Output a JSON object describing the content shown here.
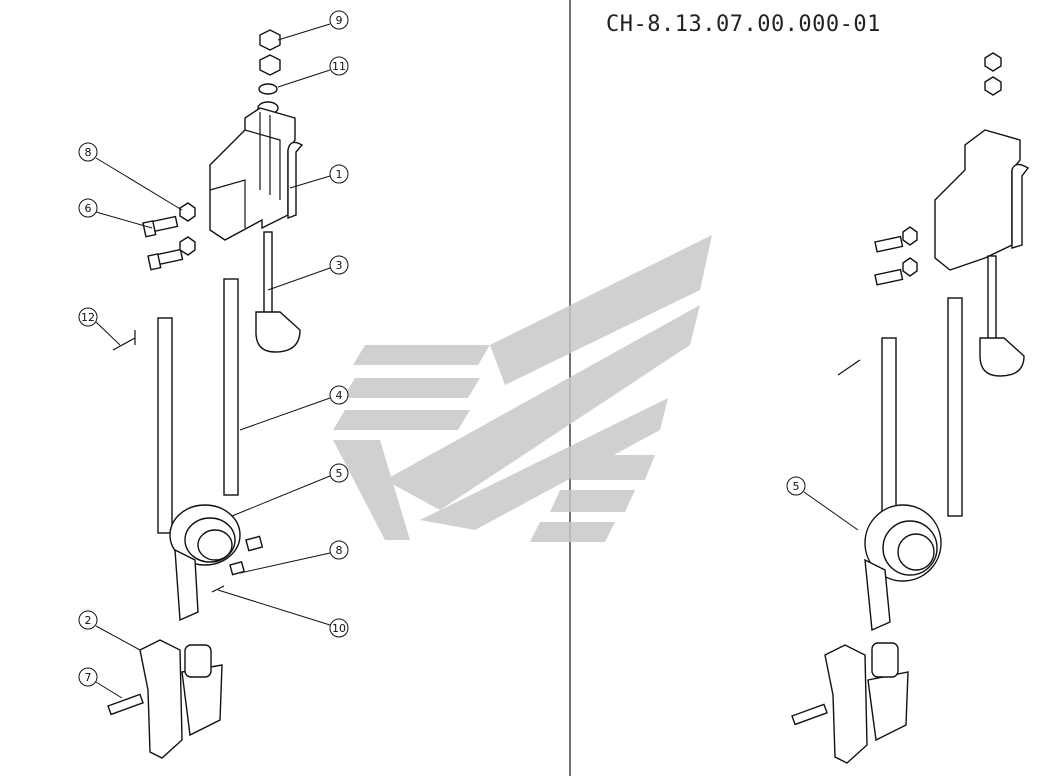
{
  "drawing": {
    "title": "CH-8.13.07.00.000-01",
    "callouts": [
      {
        "label": "9"
      },
      {
        "label": "11"
      },
      {
        "label": "1"
      },
      {
        "label": "8"
      },
      {
        "label": "6"
      },
      {
        "label": "3"
      },
      {
        "label": "12"
      },
      {
        "label": "4"
      },
      {
        "label": "5"
      },
      {
        "label": "8"
      },
      {
        "label": "10"
      },
      {
        "label": "2"
      },
      {
        "label": "7"
      },
      {
        "label": "5"
      }
    ]
  }
}
